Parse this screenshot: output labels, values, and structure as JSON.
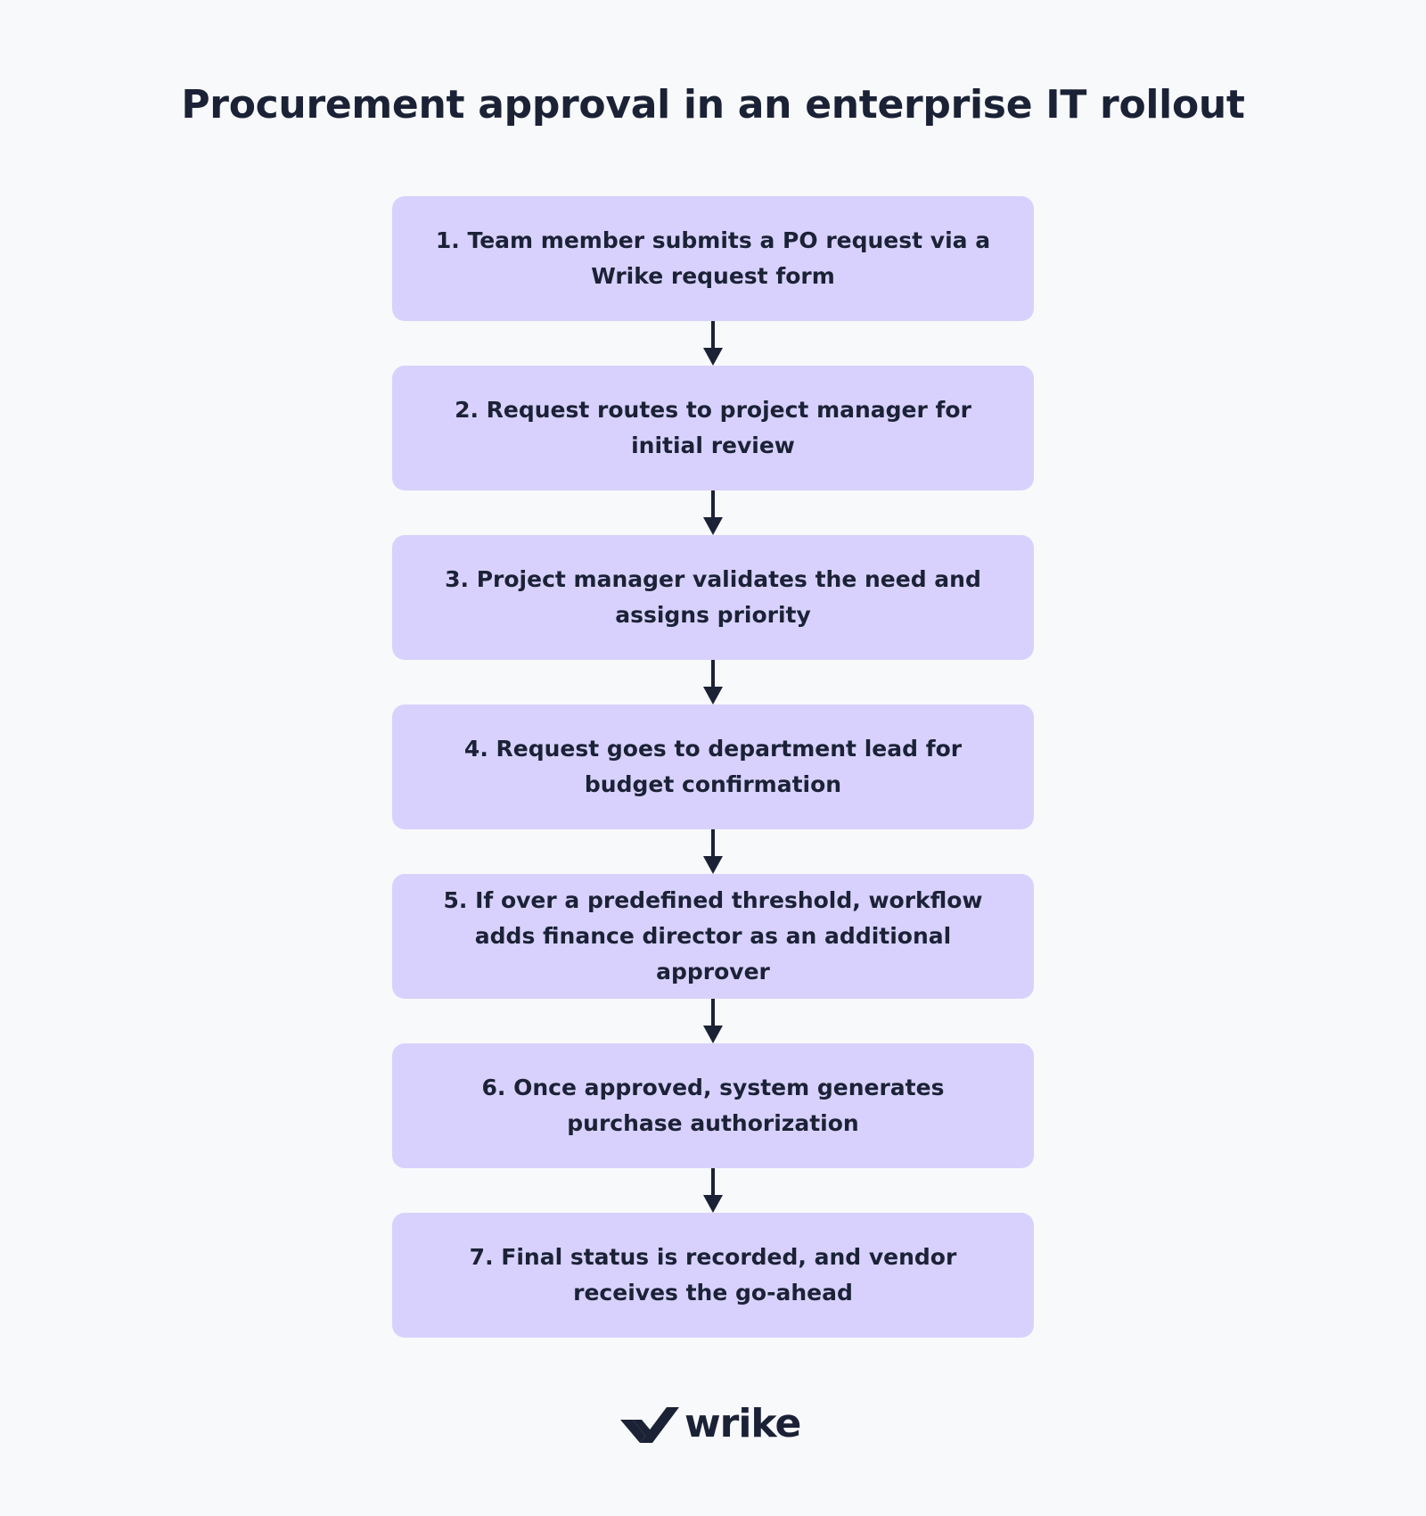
{
  "title": "Procurement approval in an enterprise IT rollout",
  "steps": [
    {
      "label": "1. Team member submits a PO request via a Wrike request form"
    },
    {
      "label": "2. Request routes to project manager for initial review"
    },
    {
      "label": "3. Project manager validates the need and assigns priority"
    },
    {
      "label": "4. Request goes to department lead for budget confirmation"
    },
    {
      "label": "5. If over a predefined threshold, workflow adds finance director as an additional approver"
    },
    {
      "label": "6. Once approved, system generates purchase authorization"
    },
    {
      "label": "7.  Final status is recorded, and vendor receives the go-ahead"
    }
  ],
  "logo": {
    "text": "wrike",
    "icon": "wrike-checkmark-icon"
  },
  "colors": {
    "background": "#f8f9fb",
    "step_fill": "#d8d1fd",
    "ink": "#1b2236"
  }
}
